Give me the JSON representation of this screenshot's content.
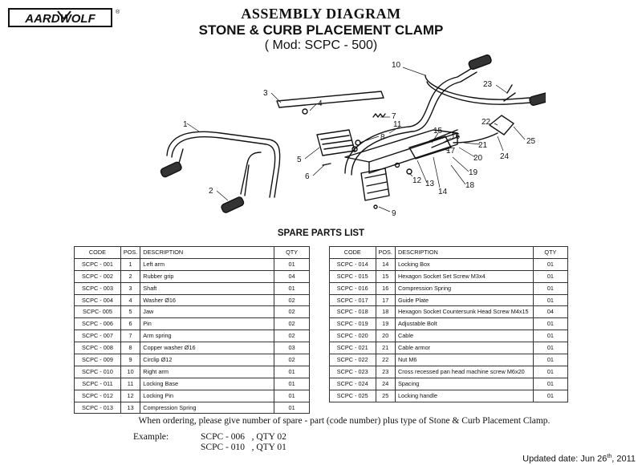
{
  "logo": {
    "text": "AARDWOLF",
    "registered": "®"
  },
  "header": {
    "title": "ASSEMBLY DIAGRAM",
    "subtitle": "STONE & CURB PLACEMENT CLAMP",
    "model": "( Mod: SCPC - 500)"
  },
  "callouts": [
    "1",
    "2",
    "3",
    "4",
    "5",
    "6",
    "7",
    "8",
    "9",
    "10",
    "11",
    "12",
    "13",
    "14",
    "15",
    "16",
    "17",
    "18",
    "19",
    "20",
    "21",
    "22",
    "23",
    "24",
    "25"
  ],
  "spare_parts": {
    "title": "SPARE PARTS LIST",
    "columns": [
      "CODE",
      "POS.",
      "DESCRIPTION",
      "QTY"
    ],
    "left": [
      [
        "SCPC - 001",
        "1",
        "Left arm",
        "01"
      ],
      [
        "SCPC - 002",
        "2",
        "Rubber grip",
        "04"
      ],
      [
        "SCPC - 003",
        "3",
        "Shaft",
        "01"
      ],
      [
        "SCPC - 004",
        "4",
        "Washer Ø16",
        "02"
      ],
      [
        "SCPC- 005",
        "5",
        "Jaw",
        "02"
      ],
      [
        "SCPC - 006",
        "6",
        "Pin",
        "02"
      ],
      [
        "SCPC - 007",
        "7",
        "Arm spring",
        "02"
      ],
      [
        "SCPC - 008",
        "8",
        "Copper washer Ø16",
        "03"
      ],
      [
        "SCPC - 009",
        "9",
        "Circlip Ø12",
        "02"
      ],
      [
        "SCPC - 010",
        "10",
        "Right arm",
        "01"
      ],
      [
        "SCPC - 011",
        "11",
        "Locking Base",
        "01"
      ],
      [
        "SCPC - 012",
        "12",
        "Locking Pin",
        "01"
      ],
      [
        "SCPC - 013",
        "13",
        "Compression Spring",
        "01"
      ]
    ],
    "right": [
      [
        "SCPC - 014",
        "14",
        "Locking Box",
        "01"
      ],
      [
        "SCPC - 015",
        "15",
        "Hexagon Socket Set Screw M3x4",
        "01"
      ],
      [
        "SCPC - 016",
        "16",
        "Compression Spring",
        "01"
      ],
      [
        "SCPC - 017",
        "17",
        "Guide Plate",
        "01"
      ],
      [
        "SCPC - 018",
        "18",
        "Hexagon Socket Countersunk Head Screw M4x15",
        "04"
      ],
      [
        "SCPC - 019",
        "19",
        "Adjustable Bolt",
        "01"
      ],
      [
        "SCPC - 020",
        "20",
        "Cable",
        "01"
      ],
      [
        "SCPC - 021",
        "21",
        "Cable armor",
        "01"
      ],
      [
        "SCPC - 022",
        "22",
        "Nut M6",
        "01"
      ],
      [
        "SCPC - 023",
        "23",
        "Cross recessed pan head machine screw M6x20",
        "01"
      ],
      [
        "SCPC - 024",
        "24",
        "Spacing",
        "01"
      ],
      [
        "SCPC - 025",
        "25",
        "Locking handle",
        "01"
      ]
    ]
  },
  "footer": {
    "note": "When ordering, please give number of spare - part (code number) plus type of Stone & Curb Placement Clamp.",
    "example_label": "Example:",
    "examples": [
      "SCPC - 006   , QTY 02",
      "SCPC - 010   , QTY 01"
    ],
    "updated_prefix": "Updated date: Jun 26",
    "updated_suffix": "th",
    "updated_year": ", 2011"
  }
}
